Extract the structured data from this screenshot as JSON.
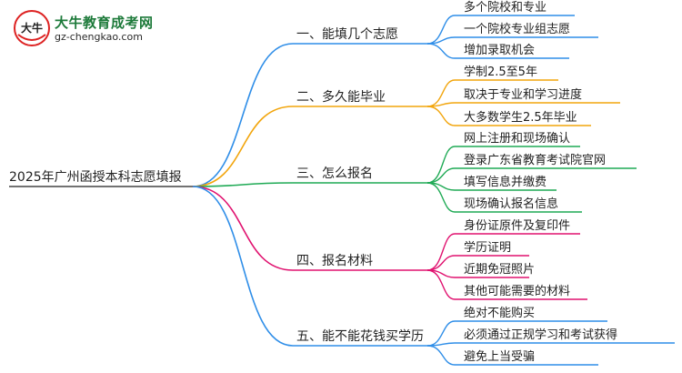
{
  "logo": {
    "site_name": "大牛教育成考网",
    "url": "gz-chengkao.com",
    "badge_text": "大牛"
  },
  "colors": {
    "branch1": "#2f8ee8",
    "branch2": "#f2a50c",
    "branch3": "#1faa55",
    "branch4": "#e0116f",
    "branch5": "#2f8ee8",
    "root_line": "#444444"
  },
  "mindmap": {
    "root": "2025年广州函授本科志愿填报",
    "branches": [
      {
        "label": "一、能填几个志愿",
        "children": [
          "多个院校和专业",
          "一个院校专业组志愿",
          "增加录取机会"
        ]
      },
      {
        "label": "二、多久能毕业",
        "children": [
          "学制2.5至5年",
          "取决于专业和学习进度",
          "大多数学生2.5年毕业"
        ]
      },
      {
        "label": "三、怎么报名",
        "children": [
          "网上注册和现场确认",
          "登录广东省教育考试院官网",
          "填写信息并缴费",
          "现场确认报名信息"
        ]
      },
      {
        "label": "四、报名材料",
        "children": [
          "身份证原件及复印件",
          "学历证明",
          "近期免冠照片",
          "其他可能需要的材料"
        ]
      },
      {
        "label": "五、能不能花钱买学历",
        "children": [
          "绝对不能购买",
          "必须通过正规学习和考试获得",
          "避免上当受骗"
        ]
      }
    ]
  }
}
